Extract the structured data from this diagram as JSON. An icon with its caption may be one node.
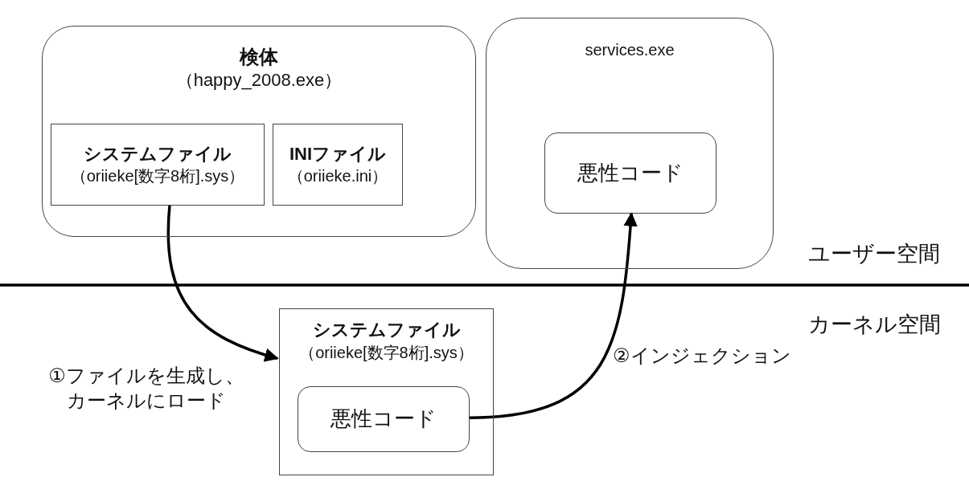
{
  "diagram": {
    "nodes": [
      {
        "text": [
          "検体",
          "（happy_2008.exe）"
        ]
      },
      {
        "text": [
          "システムファイル",
          "（oriieke[数字8桁].sys）"
        ],
        "in": 0
      },
      {
        "text": [
          "INIファイル",
          "（oriieke.ini）"
        ],
        "in": 0
      },
      {
        "text": [
          "services.exe"
        ]
      },
      {
        "text": [
          "悪性コード"
        ],
        "in": 3
      },
      {
        "text": [
          "システムファイル",
          "（oriieke[数字8桁].sys）"
        ]
      },
      {
        "text": [
          "悪性コード"
        ],
        "in": 5
      }
    ],
    "edges": [
      {
        "from": 1,
        "to": 5,
        "arrow": "to",
        "label": "①ファイルを生成し、カーネルにロード"
      },
      {
        "from": 6,
        "to": 4,
        "arrow": "to",
        "label": "②インジェクション"
      }
    ],
    "labels": [
      "ユーザー空間",
      "カーネル空間"
    ]
  }
}
